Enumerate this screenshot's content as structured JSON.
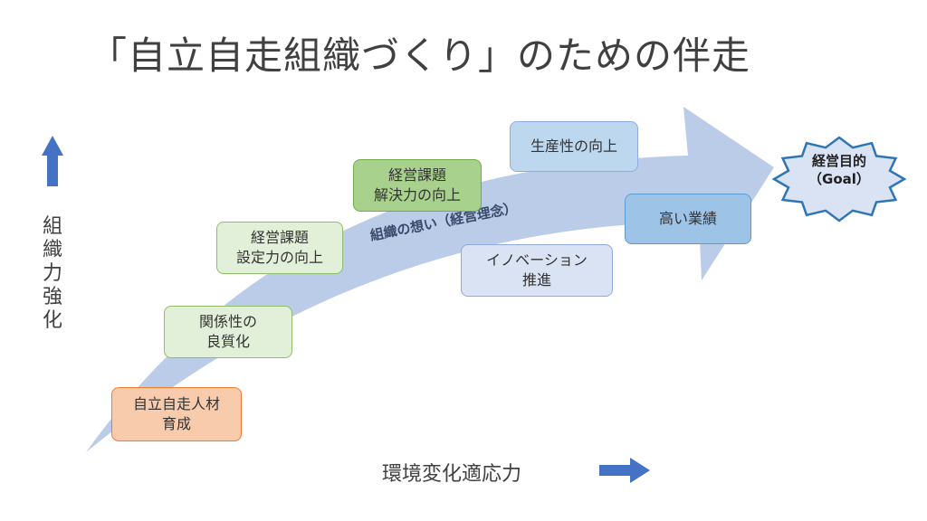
{
  "title": "「自立自走組織づくり」のための伴走",
  "arrow_label": "組織の想い（経営理念）",
  "y_axis": {
    "chars": [
      "組",
      "織",
      "力",
      "強",
      "化"
    ]
  },
  "x_axis": {
    "label": "環境変化適応力"
  },
  "goal": {
    "line1": "経営目的",
    "line2": "（Goal）"
  },
  "boxes": {
    "jinzai": {
      "line1": "自立自走人材",
      "line2": "育成"
    },
    "kankei": {
      "line1": "関係性の",
      "line2": "良質化"
    },
    "settei": {
      "line1": "経営課題",
      "line2": "設定力の向上"
    },
    "kaiketsu": {
      "line1": "経営課題",
      "line2": "解決力の向上"
    },
    "seisan": {
      "line1": "生産性の向上"
    },
    "innovation": {
      "line1": "イノベーション",
      "line2": "推進"
    },
    "gyoseki": {
      "line1": "高い業績"
    }
  },
  "colors": {
    "big_arrow": "#b4c7e7",
    "axis_arrow": "#4472c4",
    "goal_fill": "#dae3f3",
    "goal_stroke": "#2e75b6"
  }
}
